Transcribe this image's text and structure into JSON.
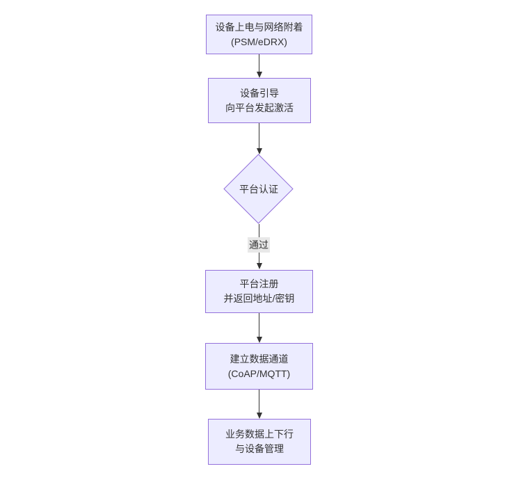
{
  "diagram": {
    "type": "flowchart-top-down",
    "nodes": [
      {
        "id": "power-attach",
        "shape": "rect",
        "lines": [
          "设备上电与网络附着",
          "(PSM/eDRX)"
        ]
      },
      {
        "id": "bootstrap",
        "shape": "rect",
        "lines": [
          "设备引导",
          "向平台发起激活"
        ]
      },
      {
        "id": "platform-auth",
        "shape": "diamond",
        "lines": [
          "平台认证"
        ]
      },
      {
        "id": "platform-register",
        "shape": "rect",
        "lines": [
          "平台注册",
          "并返回地址/密钥"
        ]
      },
      {
        "id": "data-channel",
        "shape": "rect",
        "lines": [
          "建立数据通道",
          "(CoAP/MQTT)"
        ]
      },
      {
        "id": "business-data",
        "shape": "rect",
        "lines": [
          "业务数据上下行",
          "与设备管理"
        ]
      }
    ],
    "edges": [
      {
        "from": "power-attach",
        "to": "bootstrap",
        "label": ""
      },
      {
        "from": "bootstrap",
        "to": "platform-auth",
        "label": ""
      },
      {
        "from": "platform-auth",
        "to": "platform-register",
        "label": "通过"
      },
      {
        "from": "platform-register",
        "to": "data-channel",
        "label": ""
      },
      {
        "from": "data-channel",
        "to": "business-data",
        "label": ""
      }
    ],
    "colors": {
      "node_fill": "#ECECFF",
      "node_border": "#9370DB",
      "text": "#333333",
      "edge": "#333333",
      "edge_label_bg": "#e8e8e8",
      "background": "#ffffff"
    }
  }
}
